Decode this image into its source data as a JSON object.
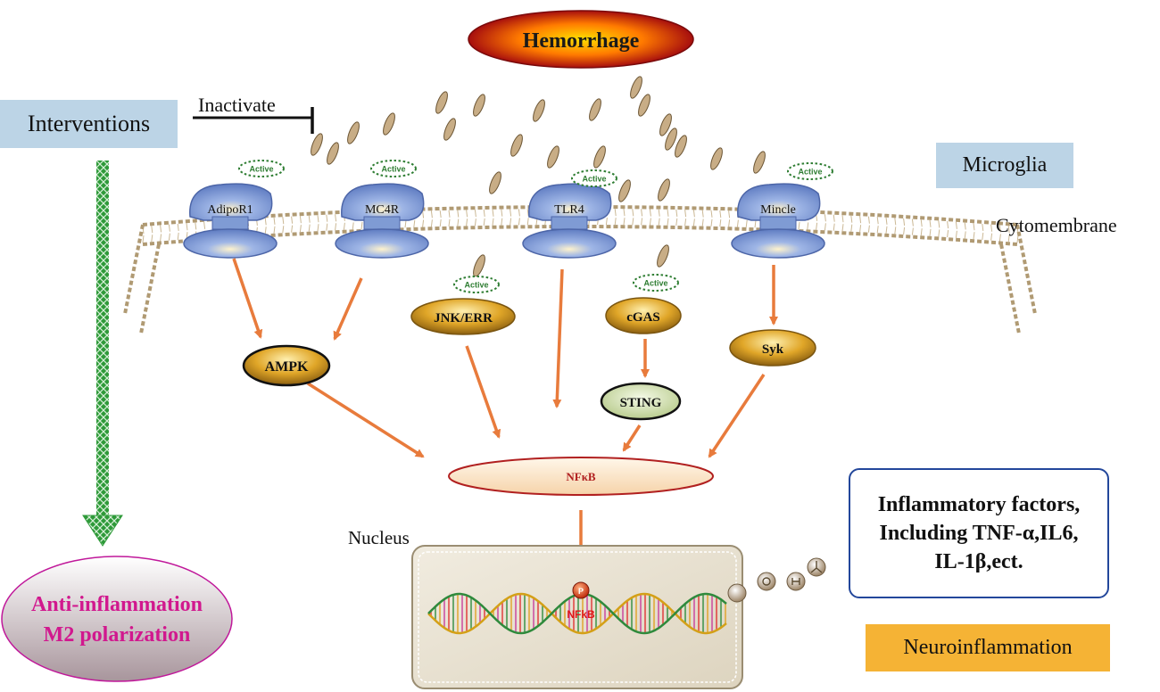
{
  "title": "Hemorrhage",
  "labels": {
    "interventions": "Interventions",
    "inactivate": "Inactivate",
    "microglia": "Microglia",
    "cytomembrane": "Cytomembrane",
    "nucleus": "Nucleus",
    "neuroinflammation": "Neuroinflammation",
    "anti_inflammation_line1": "Anti-inflammation",
    "anti_inflammation_line2": "M2 polarization",
    "inflammatory_line1": "Inflammatory factors,",
    "inflammatory_line2": "Including TNF-α,IL6,",
    "inflammatory_line3": "IL-1β,ect.",
    "active": "Active",
    "phospho": "P"
  },
  "receptors": {
    "adipor1": "AdipoR1",
    "mc4r": "MC4R",
    "tlr4": "TLR4",
    "mincle": "Mincle"
  },
  "nodes": {
    "ampk": "AMPK",
    "jnk_err": "JNK/ERR",
    "cgas": "cGAS",
    "sting": "STING",
    "syk": "Syk",
    "nfkb": "NFκB",
    "nfkb_nucleus": "NFkB"
  },
  "colors": {
    "hemorrhage_outer": "#b01010",
    "hemorrhage_inner": "#ffcc00",
    "receptor": "#7f9bd4",
    "arrow": "#e87b3c",
    "node_gold": "#d7a225",
    "sting": "#d6e3b8",
    "nfkb_fill": "#fbe9d2",
    "nfkb_stroke": "#b12020",
    "label_box": "#bcd4e6",
    "neuro_box": "#f5b335",
    "anti_text": "#d1188e",
    "green_arrow": "#2e9a39",
    "nucleus_fill": "#e9e3d3",
    "infl_border": "#23479b"
  }
}
